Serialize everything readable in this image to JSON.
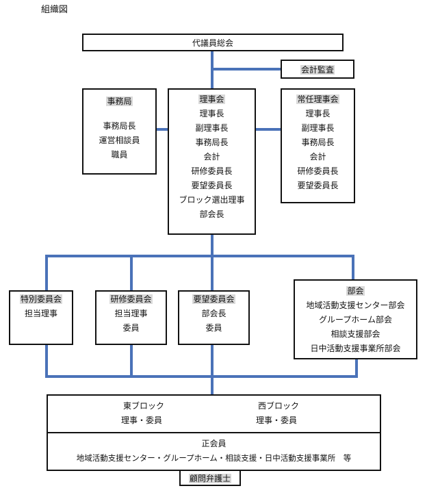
{
  "page_title": "組織図",
  "general_assembly": "代議員総会",
  "audit": "会計監査",
  "secretariat": {
    "title": "事務局",
    "members": [
      "事務局長",
      "運営相談員",
      "職員"
    ]
  },
  "board": {
    "title": "理事会",
    "members": [
      "理事長",
      "副理事長",
      "事務局長",
      "会計",
      "研修委員長",
      "要望委員長",
      "ブロック選出理事",
      "部会長"
    ]
  },
  "standing_board": {
    "title": "常任理事会",
    "members": [
      "理事長",
      "副理事長",
      "事務局長",
      "会計",
      "研修委員長",
      "要望委員長"
    ]
  },
  "special_committee": {
    "title": "特別委員会",
    "members": [
      "担当理事"
    ]
  },
  "training_committee": {
    "title": "研修委員会",
    "members": [
      "担当理事",
      "委員"
    ]
  },
  "request_committee": {
    "title": "要望委員会",
    "members": [
      "部会長",
      "委員"
    ]
  },
  "divisions": {
    "title": "部会",
    "members": [
      "地域活動支援センター部会",
      "グループホーム部会",
      "相談支援部会",
      "日中活動支援事業所部会"
    ]
  },
  "east_block": {
    "title": "東ブロック",
    "members": "理事・委員"
  },
  "west_block": {
    "title": "西ブロック",
    "members": "理事・委員"
  },
  "regular_members": {
    "title": "正会員",
    "description": "地域活動支援センター・グループホーム・相談支援・日中活動支援事業所　等"
  },
  "legal_advisor": "顧問弁護士",
  "colors": {
    "connector": "#4a72b8",
    "border": "#111111",
    "highlight": "#d9d9d9"
  }
}
